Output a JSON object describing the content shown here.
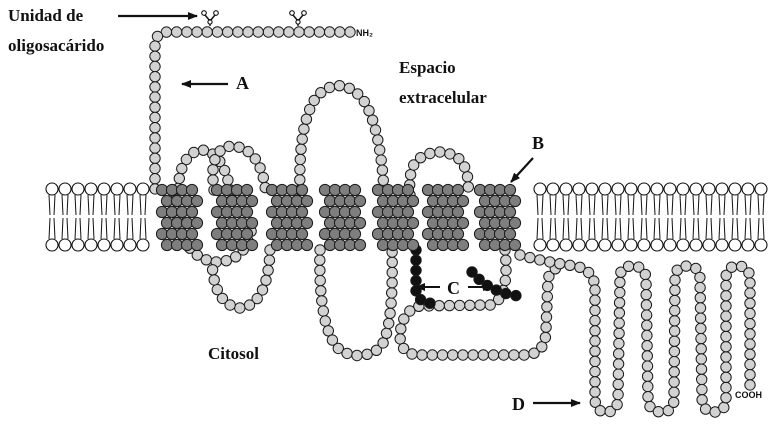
{
  "labels": {
    "oligo_line1": "Unidad de",
    "oligo_line2": "oligosacárido",
    "extracellular_line1": "Espacio",
    "extracellular_line2": "extracelular",
    "cytosol": "Citosol",
    "nh2": "NH₂",
    "cooh": "COOH",
    "marker_a": "A",
    "marker_b": "B",
    "marker_c": "C",
    "marker_d": "D"
  },
  "colors": {
    "bead_stroke": "#1a1a1a",
    "loop_bead_fill": "#d2d2d2",
    "helix_bead_fill": "#7e7e7e",
    "highlight_bead_fill": "#111111",
    "membrane_head_fill": "#ffffff",
    "line": "#111111"
  },
  "icons": {
    "glycan": "oligosaccharide-branch-icon",
    "arrow": "arrow-icon"
  }
}
